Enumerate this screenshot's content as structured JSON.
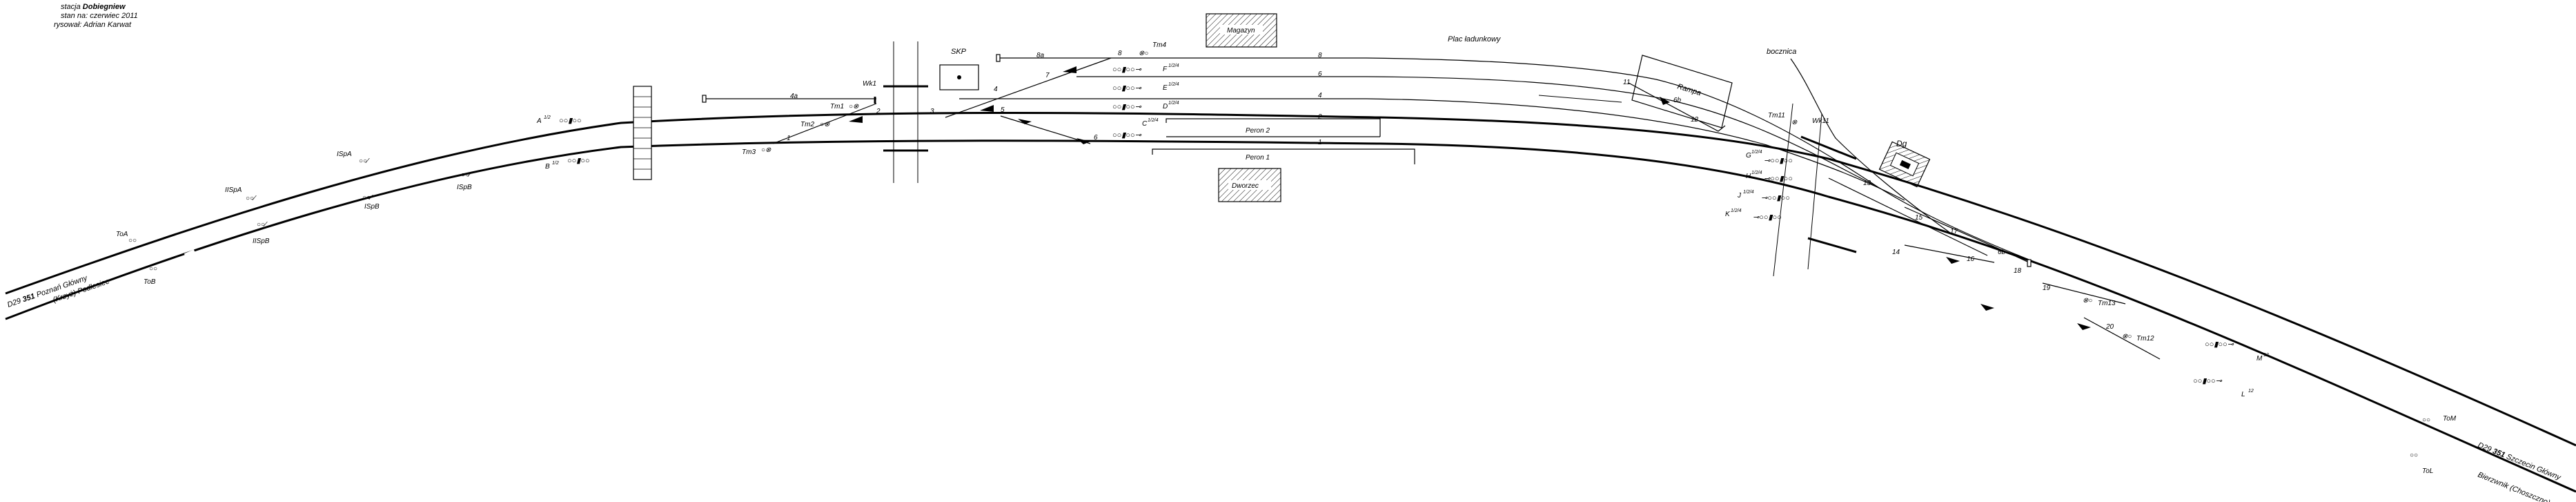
{
  "header": {
    "line1_prefix": "stacja ",
    "station": "Dobiegniew",
    "line2": "stan na: czerwiec 2011",
    "line3": "rysował: Adrian Karwat"
  },
  "lines": {
    "left_upper_code": "D29",
    "left_upper_num": "351",
    "left_upper_to": "Poznań Główny",
    "left_lower": "(Krzyż) Podlesiec",
    "right_upper_code": "D29",
    "right_upper_num": "351",
    "right_upper_to": "Szczecin Główny",
    "right_lower": "Bierzwnik (Choszczno)"
  },
  "buildings": {
    "skp": "SKP",
    "magazyn": "Magazyn",
    "dworzec": "Dworzec",
    "rampa": "Rampa",
    "dg": "Dg",
    "plac": "Plac ładunkowy",
    "bocznica": "bocznica"
  },
  "platforms": {
    "p2": "Peron 2",
    "p1": "Peron 1"
  },
  "tracks": [
    "1",
    "2",
    "4",
    "4a",
    "6",
    "8",
    "8a",
    "6b",
    "6b",
    "12",
    "17"
  ],
  "signals": {
    "A": "A",
    "A_sup": "1/2",
    "B": "B",
    "B_sup": "1/2",
    "C": "C",
    "C_sup": "1/2/4",
    "D": "D",
    "D_sup": "1/2/4",
    "E": "E",
    "E_sup": "1/2/4",
    "F": "F",
    "F_sup": "1/2/4",
    "G": "G",
    "G_sup": "1/2/4",
    "H": "H",
    "H_sup": "1/2/4",
    "J": "J",
    "J_sup": "1/2/4",
    "K": "K",
    "K_sup": "1/2/4",
    "L": "L",
    "L_sup": "12",
    "M": "M",
    "M_sup": "12",
    "ISpA": "ISpA",
    "ISpB": "ISpB",
    "IISpA": "IISpA",
    "IISpB": "IISpB",
    "ToA": "ToA",
    "ToB": "ToB",
    "ToL": "ToL",
    "ToM": "ToM",
    "Tm1": "Tm1",
    "Tm2": "Tm2",
    "Tm3": "Tm3",
    "Tm4": "Tm4",
    "Tm11": "Tm11",
    "Tm12": "Tm12",
    "Tm13": "Tm13",
    "Wk1": "Wk1",
    "Wk11": "Wk11"
  },
  "switches": [
    "1",
    "2",
    "3",
    "4",
    "5",
    "6",
    "7",
    "8",
    "11",
    "12",
    "13",
    "14",
    "15",
    "16",
    "17",
    "18",
    "19",
    "20"
  ]
}
